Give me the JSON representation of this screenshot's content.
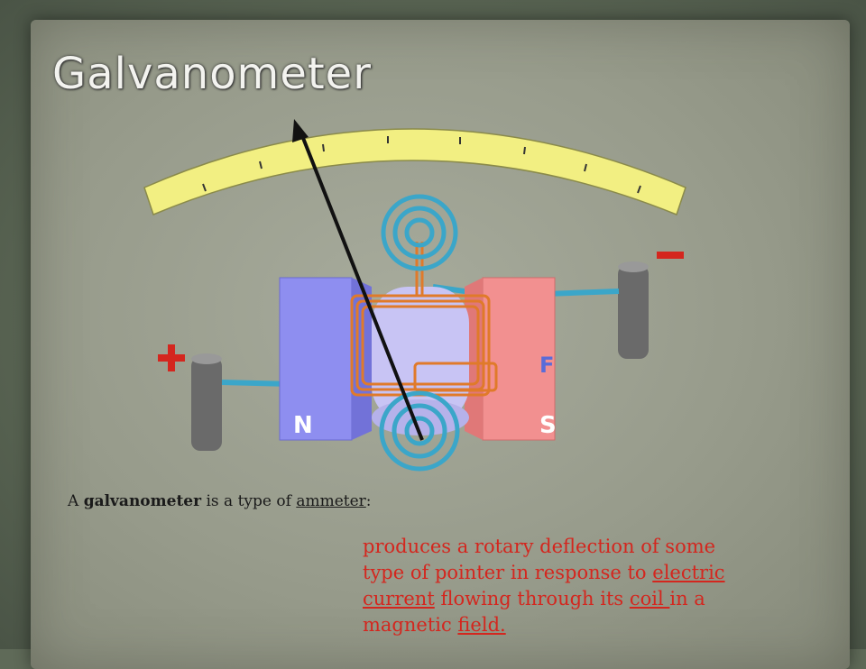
{
  "slide": {
    "title": "Galvanometer",
    "intro": {
      "prefix": "A ",
      "bold_term": "galvanometer",
      "middle": " is a type of ",
      "link_term": "ammeter",
      "suffix": ":"
    },
    "description": {
      "part1": "produces a rotary deflection of some type of pointer in response to ",
      "link1": "electric current",
      "part2": " flowing through its ",
      "link2": "coil ",
      "part3": "in a magnetic ",
      "link3": "field.",
      "part4": ""
    },
    "diagram": {
      "north_label": "N",
      "south_label": "S",
      "force_label": "F",
      "plus_sign": "+",
      "minus_sign": "−"
    }
  },
  "colors": {
    "scale": "#f2ef82",
    "north_magnet": "#8e8ef0",
    "south_magnet": "#f29090",
    "coil": "#e07a2a",
    "spring": "#3ba6c9",
    "terminal": "#6f6f6f",
    "text_red": "#d4261e"
  }
}
